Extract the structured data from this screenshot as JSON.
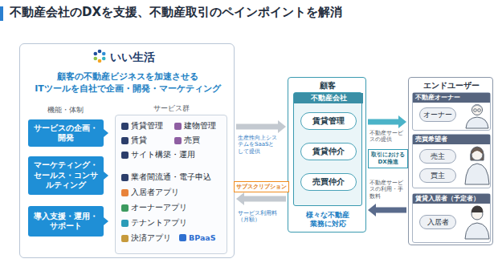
{
  "diagram": {
    "title": "不動産会社のDXを支援、不動産取引のペインポイントを解消",
    "nodes": [
      {
        "text": [
          "いい生活",
          "顧客の不動産ビジネスを加速させる ITツールを自社で企画・開発・マーケティング"
        ]
      },
      {
        "text": [
          "サービスの企画・開発"
        ],
        "in": 0
      },
      {
        "text": [
          "マーケティング・セールス・コンサルティング"
        ],
        "in": 0
      },
      {
        "text": [
          "導入支援・運用・サポート"
        ],
        "in": 0
      },
      {
        "text": [
          "サービス群",
          "賃貸管理",
          "建物管理",
          "賃貸",
          "売買",
          "サイト構築・運用",
          "業者間流通・電子申込",
          "入居者アプリ",
          "オーナーアプリ",
          "テナントアプリ",
          "決済アプリ",
          "BPaaS"
        ],
        "in": 0
      },
      {
        "text": [
          "顧客",
          "様々な不動産業務に対応"
        ]
      },
      {
        "text": [
          "不動産会社"
        ],
        "in": 5
      },
      {
        "text": [
          "賃貸管理"
        ],
        "in": 6
      },
      {
        "text": [
          "賃貸仲介"
        ],
        "in": 6
      },
      {
        "text": [
          "売買仲介"
        ],
        "in": 6
      },
      {
        "text": [
          "エンドユーザー"
        ]
      },
      {
        "text": [
          "不動産オーナー"
        ],
        "in": 10
      },
      {
        "text": [
          "オーナー"
        ],
        "in": 11
      },
      {
        "text": [
          "売買希望者"
        ],
        "in": 10
      },
      {
        "text": [
          "売主"
        ],
        "in": 13
      },
      {
        "text": [
          "買主"
        ],
        "in": 13
      },
      {
        "text": [
          "賃貸入居者（予定者）"
        ],
        "in": 10
      },
      {
        "text": [
          "入居者"
        ],
        "in": 16
      },
      {
        "text": [
          "サブスクリプション"
        ]
      },
      {
        "text": [
          "取引におけるDX推進"
        ]
      }
    ],
    "edges": [
      {
        "from": 0,
        "to": 5,
        "arrow": "to",
        "label": "生産性向上システムをSaaSとして提供"
      },
      {
        "from": 5,
        "to": 0,
        "arrow": "to",
        "label": "サービス利用料（月額）"
      },
      {
        "from": 5,
        "to": 10,
        "arrow": "to",
        "label": "不動産サービスの提供"
      },
      {
        "from": 10,
        "to": 5,
        "arrow": "to",
        "label": "不動産サービスの利用・手数料"
      }
    ],
    "labels": [
      "機能・体制"
    ]
  }
}
